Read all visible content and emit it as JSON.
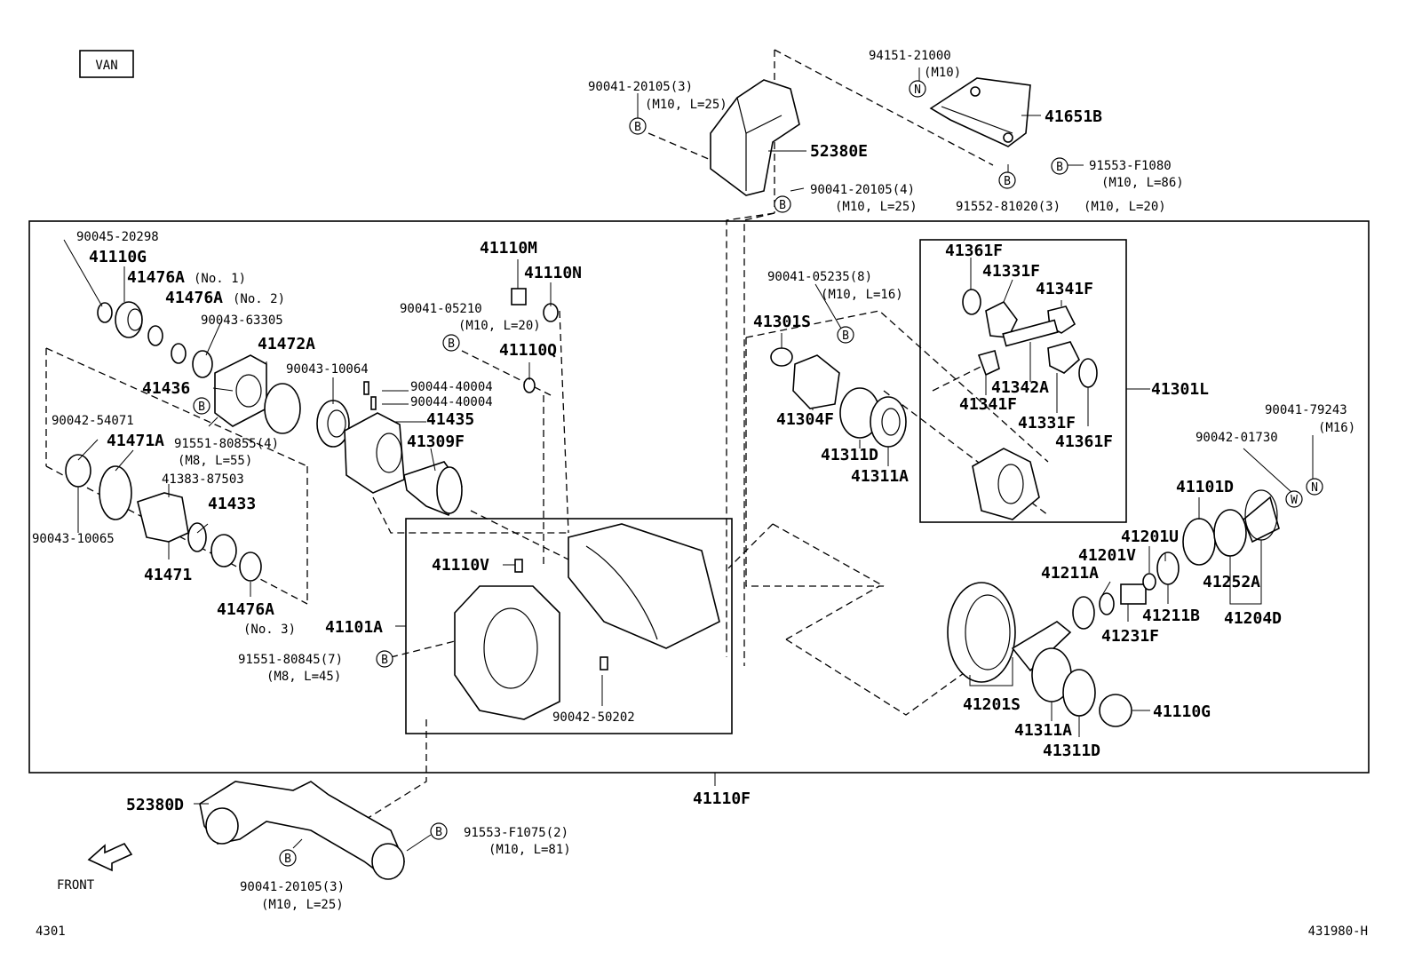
{
  "header": {
    "model_tag": "VAN"
  },
  "footer": {
    "page_code": "4301",
    "illustration_code": "431980-H",
    "front_label": "FRONT"
  },
  "callouts": {
    "c1": "90041-20105(3)",
    "c1s": "(M10, L=25)",
    "c2": "52380E",
    "c3": "90041-20105(4)",
    "c3s": "(M10, L=25)",
    "c4": "94151-21000",
    "c4s": "(M10)",
    "c5": "41651B",
    "c6": "91553-F1080",
    "c6s": "(M10, L=86)",
    "c7": "91552-81020(3)",
    "c7s": "(M10, L=20)",
    "c8": "90045-20298",
    "c9": "41110G",
    "c10": "41476A",
    "c10s": "(No. 1)",
    "c11": "41476A",
    "c11s": "(No. 2)",
    "c12": "90043-63305",
    "c13": "41472A",
    "c14": "41436",
    "c15": "90043-10064",
    "c16": "91551-80855(4)",
    "c16s": "(M8, L=55)",
    "c17": "90042-54071",
    "c18": "41471A",
    "c19": "41383-87503",
    "c20": "41433",
    "c21": "90043-10065",
    "c22": "41471",
    "c23": "41476A",
    "c23s": "(No. 3)",
    "c24": "41110M",
    "c25": "41110N",
    "c26": "90041-05210",
    "c26s": "(M10, L=20)",
    "c27": "41110Q",
    "c28": "90044-40004",
    "c29": "90044-40004",
    "c30": "41435",
    "c31": "41309F",
    "c32": "41110V",
    "c33": "41101A",
    "c34": "91551-80845(7)",
    "c34s": "(M8, L=45)",
    "c35": "90042-50202",
    "c36": "90041-05235(8)",
    "c36s": "(M10, L=16)",
    "c37": "41301S",
    "c38": "41304F",
    "c39": "41311D",
    "c40": "41311A",
    "c41": "41361F",
    "c42": "41331F",
    "c43": "41341F",
    "c44": "41342A",
    "c45": "41341F",
    "c46": "41331F",
    "c47": "41361F",
    "c48": "41301L",
    "c49": "90041-79243",
    "c49s": "(M16)",
    "c50": "90042-01730",
    "c51": "41101D",
    "c52": "41201U",
    "c53": "41201V",
    "c54": "41211A",
    "c55": "41231F",
    "c56": "41211B",
    "c57": "41252A",
    "c58": "41204D",
    "c59": "41201S",
    "c60": "41311A",
    "c61": "41311D",
    "c62": "41110G",
    "c63": "41110F",
    "c64": "52380D",
    "c65": "91553-F1075(2)",
    "c65s": "(M10, L=81)",
    "c66": "90041-20105(3)",
    "c66s": "(M10, L=25)"
  },
  "markers": {
    "bolt": "B",
    "nut": "N",
    "washer": "W"
  }
}
